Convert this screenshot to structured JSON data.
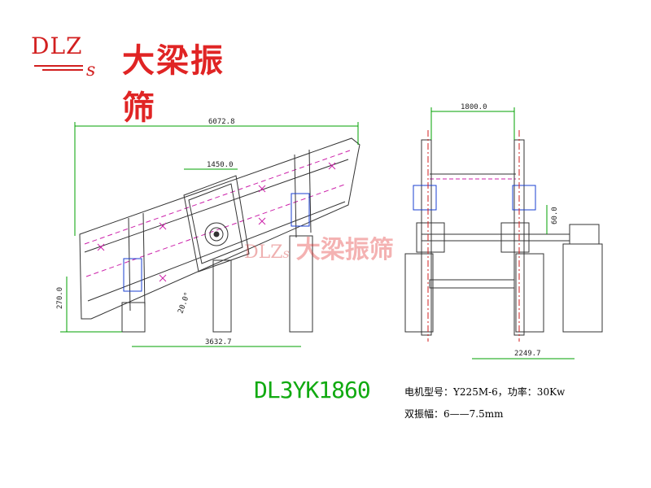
{
  "logo": {
    "letters": "DLZ",
    "letter_s": "s",
    "brand": "大梁振筛",
    "color": "#d21f1f"
  },
  "watermark": {
    "letters": "DLZ",
    "letter_s": "s",
    "brand": "大梁振筛"
  },
  "dimensions": {
    "overall_length": "6072.8",
    "center_span": "1450.0",
    "base_span": "3632.7",
    "left_height": "270.0",
    "angle": "20.0°",
    "top_width": "1800.0",
    "side_height": "60.0",
    "base_right": "2249.7"
  },
  "model": "DL3YK1860",
  "specs": {
    "line1": "电机型号：Y225M-6，功率：30Kw",
    "line2": "双振幅：6——7.5mm"
  },
  "colors": {
    "model_text": "#11aa11",
    "dimension_line": "#00a000",
    "drawing_line": "#333333",
    "accent_red": "#d21f1f",
    "accent_blue": "#1a3fd0",
    "accent_magenta": "#cc22aa"
  }
}
